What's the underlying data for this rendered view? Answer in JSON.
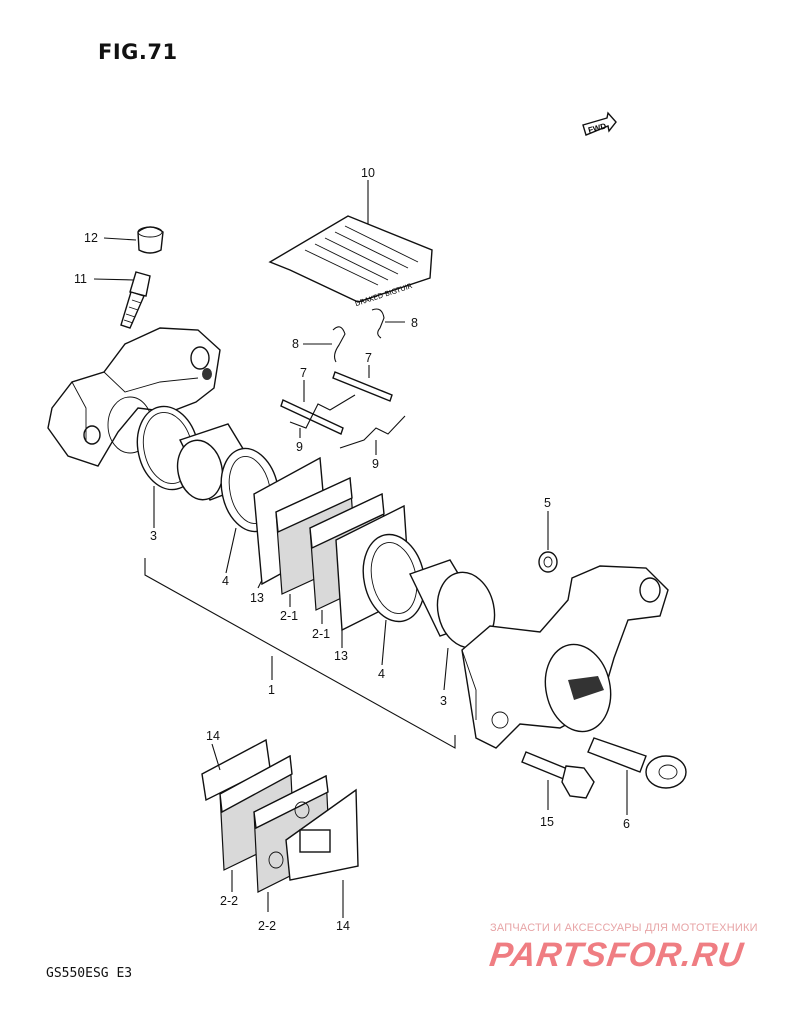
{
  "figure": {
    "title": "FIG.71",
    "model": "GS550ESG  E3",
    "fwd_label": "FWD"
  },
  "watermark": {
    "subtitle": "ЗАПЧАСТИ И АКСЕССУАРЫ ДЛЯ МОТОТЕХНИКИ",
    "brand": "PARTSFOR.RU",
    "brand_color": "#ef7d82"
  },
  "labels": {
    "l1": "1",
    "l2_1a": "2-1",
    "l2_1b": "2-1",
    "l2_2a": "2-2",
    "l2_2b": "2-2",
    "l3a": "3",
    "l3b": "3",
    "l4a": "4",
    "l4b": "4",
    "l5": "5",
    "l6": "6",
    "l7a": "7",
    "l7b": "7",
    "l8a": "8",
    "l8b": "8",
    "l9a": "9",
    "l9b": "9",
    "l10": "10",
    "l11": "11",
    "l12": "12",
    "l13a": "13",
    "l13b": "13",
    "l14a": "14",
    "l14b": "14",
    "l15": "15"
  },
  "cover_text": "DRAKED BIGTUIR"
}
